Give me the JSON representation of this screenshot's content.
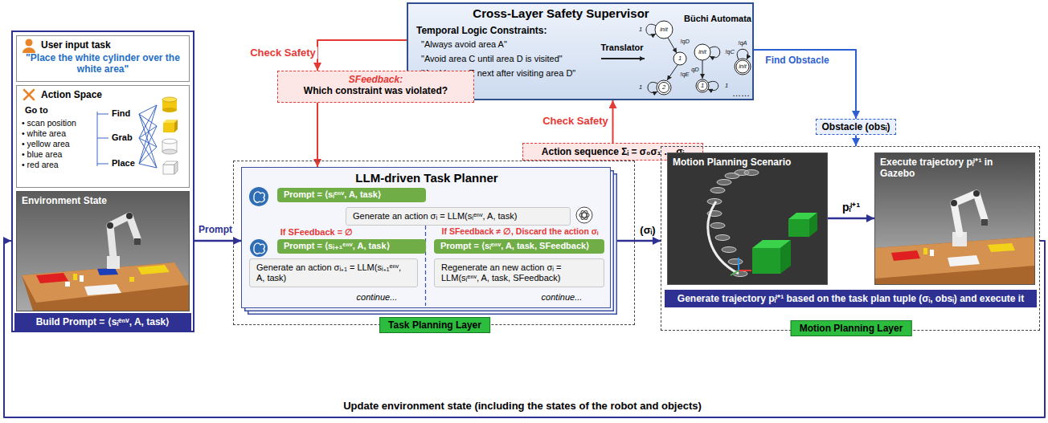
{
  "diagram": {
    "nodes": [
      {
        "text": [
          "Build Prompt = ⟨sᵢᵉⁿᵛ, A, task⟩"
        ]
      },
      {
        "text": [
          "User input task",
          "\"Place the white cylinder over the white area\""
        ],
        "in": 0
      },
      {
        "text": [
          "Action Space",
          "Go to",
          "• scan position",
          "• white area",
          "• yellow area",
          "• blue area",
          "• red area",
          "Find",
          "Grab",
          "Place"
        ],
        "in": 0
      },
      {
        "text": [
          "Environment State"
        ],
        "in": 0
      },
      {
        "text": [
          "Cross-Layer Safety Supervisor",
          "Temporal Logic Constraints:",
          "\"Always avoid area A\"",
          "\"Avoid area C until area D is visited\"",
          "\"Avoid area E next after visiting area D\"",
          "……",
          "Translator",
          "Büchi Automata"
        ]
      },
      {
        "text": [
          "SFeedback:",
          "Which constraint was violated?"
        ]
      },
      {
        "text": [
          "Action sequence Σᵢ = σ₀σ₁ … σᵢ"
        ]
      },
      {
        "text": [
          "Task Planning Layer"
        ]
      },
      {
        "text": [
          "LLM-driven Task Planner"
        ],
        "in": 7
      },
      {
        "text": [
          "Prompt = ⟨sᵢᵉⁿᵛ, A, task⟩"
        ],
        "in": 8
      },
      {
        "text": [
          "Generate an action σᵢ = LLM(sᵢᵉⁿᵛ, A, task)"
        ],
        "in": 8
      },
      {
        "text": [
          "Prompt = ⟨sᵢ₊₁ᵉⁿᵛ, A, task⟩"
        ],
        "in": 8
      },
      {
        "text": [
          "Generate an action σᵢ₊₁ = LLM(sᵢ₊₁ᵉⁿᵛ, A, task)"
        ],
        "in": 8
      },
      {
        "text": [
          "Prompt = ⟨sᵢᵉⁿᵛ, A, task, SFeedback⟩"
        ],
        "in": 8
      },
      {
        "text": [
          "Regenerate an new action σᵢ = LLM(sᵢᵉⁿᵛ, A, task, SFeedback)"
        ],
        "in": 8
      },
      {
        "text": [
          "Obstacle (obsᵢ)"
        ]
      },
      {
        "text": [
          "Generate trajectory pᵢⁱ⁺¹ based on the task plan tuple (σᵢ, obsᵢ) and execute it",
          "Motion Planning Layer"
        ]
      },
      {
        "text": [
          "Motion Planning Scenario"
        ],
        "in": 16
      },
      {
        "text": [
          "Execute trajectory pᵢⁱ⁺¹ in Gazebo"
        ],
        "in": 16
      }
    ],
    "edges": [
      {
        "from": 0,
        "to": 8,
        "label": "Prompt",
        "arrow": "to"
      },
      {
        "from": 4,
        "to": 5,
        "label": "Check Safety",
        "arrow": "to"
      },
      {
        "from": 5,
        "to": 8,
        "arrow": "to"
      },
      {
        "from": 6,
        "to": 4,
        "label": "Check Safety",
        "arrow": "to"
      },
      {
        "from": 4,
        "to": 15,
        "label": "Find Obstacle",
        "arrow": "to"
      },
      {
        "from": 15,
        "to": 16,
        "arrow": "to"
      },
      {
        "from": 8,
        "to": 16,
        "label": "(σᵢ)",
        "arrow": "to"
      },
      {
        "from": 17,
        "to": 18,
        "label": "pᵢⁱ⁺¹",
        "arrow": "to"
      },
      {
        "from": 16,
        "to": 0,
        "label": "Update environment state (including the states of the robot and objects)",
        "arrow": "to"
      }
    ],
    "labels": [
      "init",
      "1",
      "!qD",
      "1",
      "!qE",
      "2",
      "1",
      "init",
      "!qC",
      "qD",
      "1",
      "1",
      "!qA",
      "init",
      "……",
      "If SFeedback = ∅",
      "If SFeedback ≠ ∅, Discard the action σᵢ",
      "continue...",
      "continue..."
    ]
  }
}
